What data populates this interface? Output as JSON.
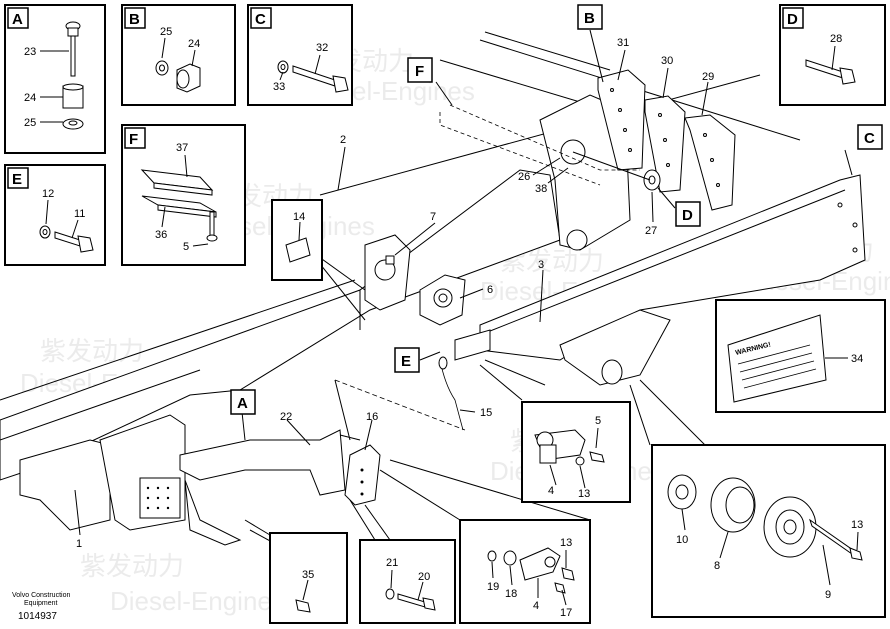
{
  "inset_labels": {
    "A": "A",
    "B": "B",
    "C": "C",
    "D": "D",
    "E": "E",
    "F": "F"
  },
  "parts": {
    "p1": "1",
    "p2": "2",
    "p3": "3",
    "p4": "4",
    "p5": "5",
    "p6": "6",
    "p7": "7",
    "p8": "8",
    "p9": "9",
    "p10": "10",
    "p11": "11",
    "p12": "12",
    "p13": "13",
    "p14": "14",
    "p15": "15",
    "p16": "16",
    "p17": "17",
    "p18": "18",
    "p19": "19",
    "p20": "20",
    "p21": "21",
    "p22": "22",
    "p23": "23",
    "p24": "24",
    "p25": "25",
    "p26": "26",
    "p27": "27",
    "p28": "28",
    "p29": "29",
    "p30": "30",
    "p31": "31",
    "p32": "32",
    "p33": "33",
    "p34": "34",
    "p35": "35",
    "p36": "36",
    "p37": "37",
    "p38": "38"
  },
  "warning_label": "WARNING!",
  "footer": {
    "company_line1": "Volvo Construction",
    "company_line2": "Equipment",
    "document_number": "1014937"
  },
  "watermark": {
    "chinese": "紫发动力",
    "latin": "Diesel-Engines"
  }
}
